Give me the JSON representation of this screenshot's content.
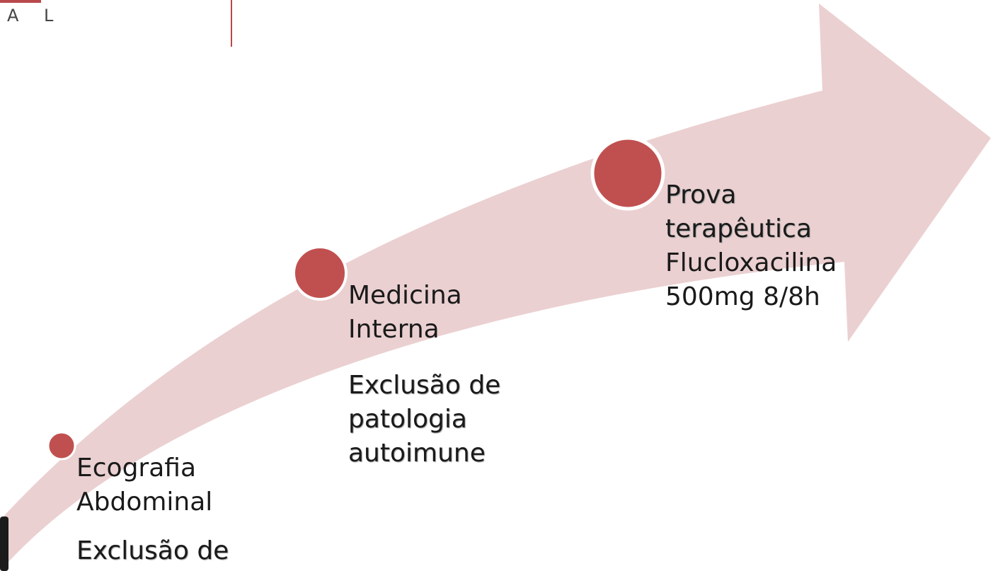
{
  "logo": {
    "text": "A L"
  },
  "steps": [
    {
      "title_line1": "Ecografia",
      "title_line2": "Abdominal",
      "detail": "Exclusão de"
    },
    {
      "title_line1": "Medicina",
      "title_line2": "Interna",
      "detail_line1": "Exclusão de",
      "detail_line2": "patologia",
      "detail_line3": "autoimune"
    },
    {
      "title_line1": "Prova",
      "title_line2": "terapêutica",
      "detail_line1": "Flucloxacilina",
      "detail_line2": "500mg 8/8h"
    }
  ],
  "colors": {
    "arrow": "#ebd0d1",
    "node": "#c0504f",
    "node_border": "#ffffff",
    "accent": "#b9484a"
  }
}
